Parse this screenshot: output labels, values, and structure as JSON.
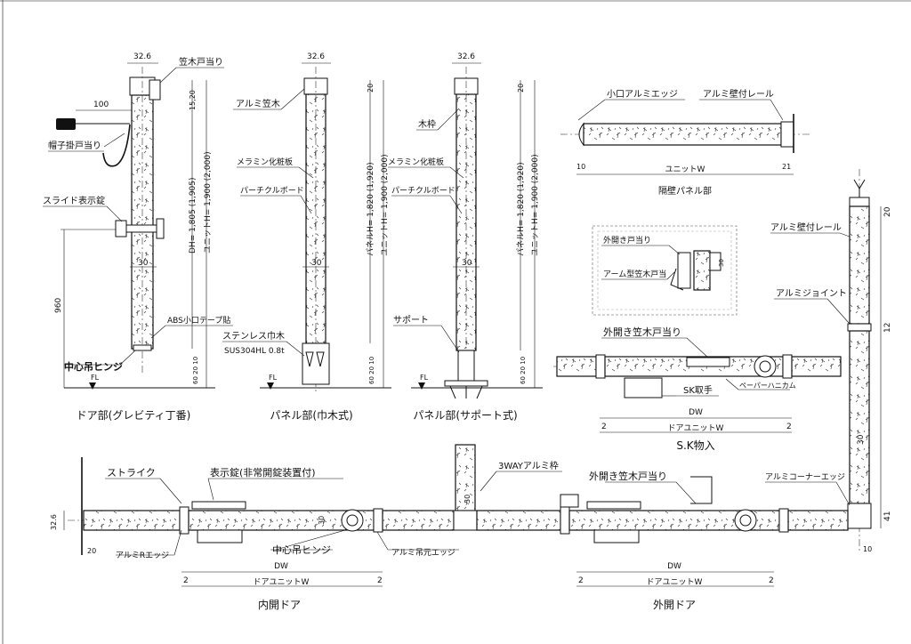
{
  "colors": {
    "ink": "#111111",
    "paper": "#ffffff"
  },
  "door_section": {
    "caption": "ドア部(グレビティ丁番)",
    "dim_top": "32.6",
    "dim_arm": "100",
    "label_kasagi": "笠木戸当り",
    "label_hat": "帽子掛戸当り",
    "label_slide": "スライド表示錠",
    "label_abs": "ABS小口テープ貼",
    "label_hinge": "中心吊ヒンジ",
    "dim_960": "960",
    "dim_1520": "15,20",
    "dim_dh": "DH= 1,805 (1,905)",
    "dim_unit": "ユニットH= 1,900 (2,000)",
    "dim_30": "30",
    "dim_6020": "60 20 10",
    "fl": "FL"
  },
  "panel_baseboard": {
    "caption": "パネル部(巾木式)",
    "dim_top": "32.6",
    "label_kasagi": "アルミ笠木",
    "label_melamine": "メラミン化粧板",
    "label_particle": "パーチクルボード",
    "label_stainless": "ステンレス巾木",
    "label_sus": "SUS304HL 0.8t",
    "dim_20": "20",
    "dim_panel": "パネルH= 1,820 (1,920)",
    "dim_unit": "ユニットH= 1,900 (2,000)",
    "dim_30": "30",
    "dim_6020": "60 20 10",
    "fl": "FL"
  },
  "panel_support": {
    "caption": "パネル部(サポート式)",
    "dim_top": "32.6",
    "label_frame": "木枠",
    "label_melamine": "メラミン化粧板",
    "label_particle": "パーチクルボード",
    "label_support": "サポート",
    "dim_20": "20",
    "dim_panel": "パネルH= 1,820 (1,920)",
    "dim_unit": "ユニットH= 1,900 (2,000)",
    "dim_30": "30",
    "dim_6020": "60 20 10",
    "fl": "FL"
  },
  "partition": {
    "caption": "隔壁パネル部",
    "label_edge": "小口アルミエッジ",
    "label_rail": "アルミ壁付レール",
    "dim_10": "10",
    "dim_21": "21",
    "dim_unit": "ユニットW"
  },
  "detail_box": {
    "label_out": "外開き戸当り",
    "label_arm": "アーム型笠木戸当",
    "dim_30": "30"
  },
  "sk_section": {
    "caption": "S.K物入",
    "label_out": "外開き笠木戸当り",
    "label_sk": "SK取手",
    "label_paper": "ペーパーハニカム",
    "dim_dw": "DW",
    "dim_2a": "2",
    "dim_unit": "ドアユニットW",
    "dim_2b": "2"
  },
  "right_wall": {
    "label_rail": "アルミ壁付レール",
    "label_joint": "アルミジョイント",
    "label_corner": "アルミコーナーエッジ",
    "dim_20": "20",
    "dim_12": "12",
    "dim_30": "30",
    "dim_41": "41",
    "dim_10": "10"
  },
  "inner_door": {
    "caption": "内開ドア",
    "label_strike": "ストライク",
    "label_lock": "表示錠(非常開錠装置付)",
    "label_hinge": "中心吊ヒンジ",
    "label_redge": "アルミRエッジ",
    "label_hang": "アルミ吊元エッジ",
    "dim_326": "32.6",
    "dim_20": "20",
    "dim_30": "30",
    "dim_dw": "DW",
    "dim_2a": "2",
    "dim_unit": "ドアユニットW",
    "dim_2b": "2"
  },
  "three_way": {
    "label": "3WAYアルミ枠",
    "dim_30": "30"
  },
  "outer_door": {
    "caption": "外開ドア",
    "label_out": "外開き笠木戸当り",
    "dim_dw": "DW",
    "dim_2a": "2",
    "dim_unit": "ドアユニットW",
    "dim_2b": "2"
  }
}
